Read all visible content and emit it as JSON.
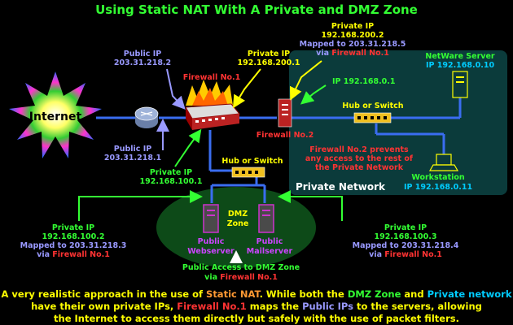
{
  "title": "Using Static NAT With A Private and DMZ Zone",
  "internet": {
    "label": "Internet"
  },
  "firewall1": {
    "label": "Firewall No.1"
  },
  "firewall2": {
    "label": "Firewall No.2"
  },
  "labels": {
    "public_ip_top": {
      "line1": "Public IP",
      "line2": "203.31.218.2"
    },
    "public_ip_bottom": {
      "line1": "Public IP",
      "line2": "203.31.218.1"
    },
    "private_fw_top": {
      "line1": "Private IP",
      "line2": "192.168.200.1"
    },
    "private_mapped_top": {
      "line1": "Private IP",
      "line2": "192.168.200.2",
      "line3": "Mapped to 203.31.218.5",
      "via": "via ",
      "fw": "Firewall No.1"
    },
    "ip_fw2": "IP 192.168.0.1",
    "private_fw_bottom": {
      "line1": "Private IP",
      "line2": "192.168.100.1"
    },
    "web_ip": {
      "line1": "Private IP",
      "line2": "192.168.100.2",
      "line3": "Mapped to 203.31.218.3",
      "via": "via ",
      "fw": "Firewall No.1"
    },
    "mail_ip": {
      "line1": "Private IP",
      "line2": "192.168.100.3",
      "line3": "Mapped to 203.31.218.4",
      "via": "via ",
      "fw": "Firewall No.1"
    },
    "dmz_access": {
      "line1": "Public Access to DMZ Zone",
      "via": "via ",
      "fw": "Firewall No.1"
    }
  },
  "private_network": {
    "title": "Private Network",
    "hub": "Hub or Switch",
    "netware": {
      "line1": "NetWare Server",
      "line2": "IP 192.168.0.10"
    },
    "workstation": {
      "line1": "Workstation",
      "line2": "IP 192.168.0.11"
    },
    "note": {
      "line1": "Firewall No.2 prevents",
      "line2": "any access to the rest of",
      "line3": "the Private Network"
    }
  },
  "dmz": {
    "hub": "Hub or Switch",
    "zone": {
      "line1": "DMZ",
      "line2": "Zone"
    },
    "webserver": {
      "line1": "Public",
      "line2": "Webserver"
    },
    "mailserver": {
      "line1": "Public",
      "line2": "Mailserver"
    }
  },
  "footer": {
    "l1a": "A very realistic approach in the use of ",
    "l1b": "Static NAT",
    "l1c": ". While both the ",
    "l1d": "DMZ Zone",
    "l1e": " and ",
    "l1f": "Private network",
    "l2a": "have their own private IPs, ",
    "l2b": "Firewall No.1",
    "l2c": " maps the ",
    "l2d": "Public IPs",
    "l2e": " to the servers, allowing",
    "l3": "the Internet to access them directly but safely with the use of packet filters."
  },
  "colors": {
    "title": "#33ff33",
    "public": "#9999ff",
    "private": "#ffff00",
    "green": "#33ff33",
    "red": "#ff3333",
    "cyan": "#00ccff",
    "network_bg": "#0b3b3b",
    "dmz_bg": "#0d4a18"
  }
}
